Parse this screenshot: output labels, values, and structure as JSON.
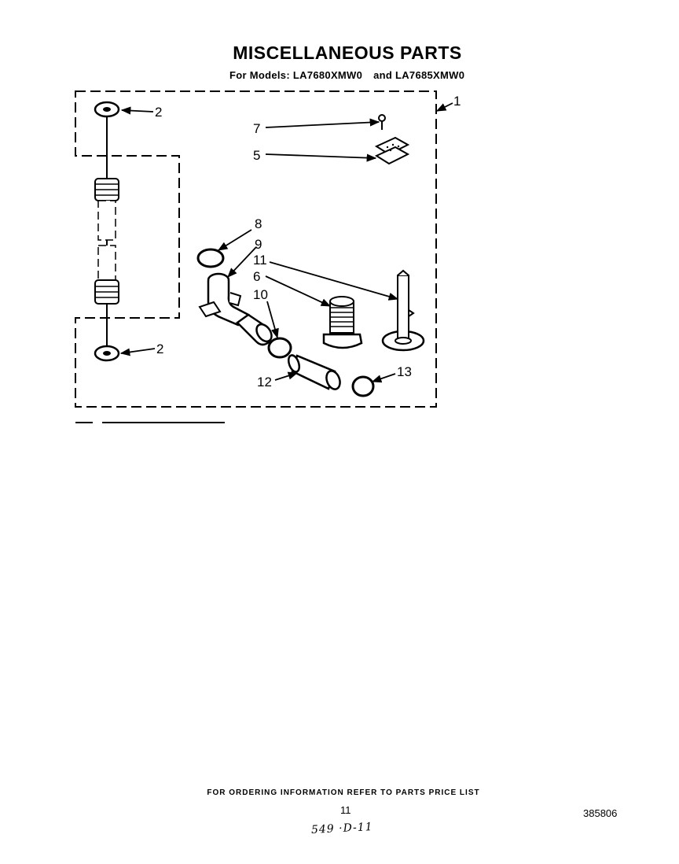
{
  "title": "MISCELLANEOUS PARTS",
  "subtitle": {
    "prefix": "For Models:",
    "model_1": "LA7680XMW0",
    "conjunction": "and",
    "model_2": "LA7685XMW0"
  },
  "callouts": {
    "c1": "1",
    "c2_top": "2",
    "c2_bottom": "2",
    "c5": "5",
    "c6": "6",
    "c7": "7",
    "c8": "8",
    "c9": "9",
    "c10": "10",
    "c11": "11",
    "c12": "12",
    "c13": "13"
  },
  "footer": {
    "ordering_note": "FOR ORDERING INFORMATION REFER TO PARTS PRICE LIST",
    "page_number": "11",
    "document_number": "385806",
    "handwritten_code": "549 ·D-11"
  }
}
